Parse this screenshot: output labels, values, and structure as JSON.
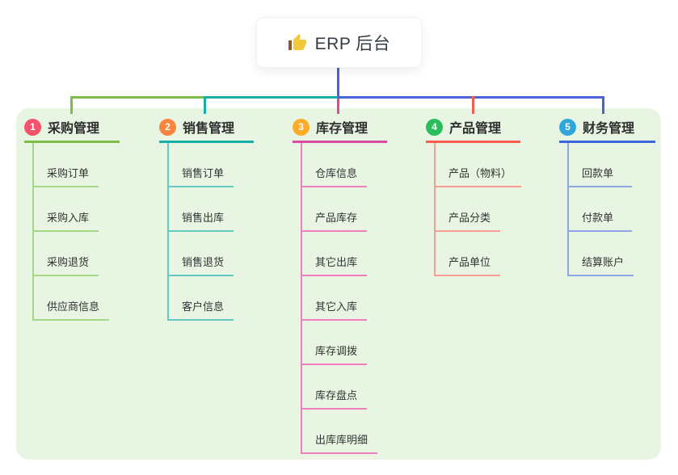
{
  "root": {
    "icon": "thumbs-up-icon",
    "title": "ERP 后台"
  },
  "branches": [
    {
      "num": "1",
      "title": "采购管理",
      "children": [
        "采购订单",
        "采购入库",
        "采购退货",
        "供应商信息"
      ]
    },
    {
      "num": "2",
      "title": "销售管理",
      "children": [
        "销售订单",
        "销售出库",
        "销售退货",
        "客户信息"
      ]
    },
    {
      "num": "3",
      "title": "库存管理",
      "children": [
        "仓库信息",
        "产品库存",
        "其它出库",
        "其它入库",
        "库存调拨",
        "库存盘点",
        "出库库明细"
      ]
    },
    {
      "num": "4",
      "title": "产品管理",
      "children": [
        "产品（物料）",
        "产品分类",
        "产品单位"
      ]
    },
    {
      "num": "5",
      "title": "财务管理",
      "children": [
        "回款单",
        "付款单",
        "结算账户"
      ]
    }
  ],
  "theme": {
    "colors": {
      "panel-bg": "#e9f5e3",
      "connector-blue": "#4a63d8",
      "b1-line": "#7cbd45",
      "b1-child": "#a6d687",
      "b1-badge": "#f4536b",
      "b2-line": "#17afa8",
      "b2-child": "#63c9c2",
      "b2-badge": "#f8843d",
      "b3-line": "#da4c9f",
      "b3-child": "#f07fc2",
      "b3-badge": "#fcac28",
      "b4-line": "#f85c51",
      "b4-child": "#fb9d95",
      "b4-badge": "#2bbd5c",
      "b5-line": "#3e64db",
      "b5-child": "#8fa6e2",
      "b5-badge": "#30a7dc",
      "icon-gold": "#f2c83d"
    }
  }
}
